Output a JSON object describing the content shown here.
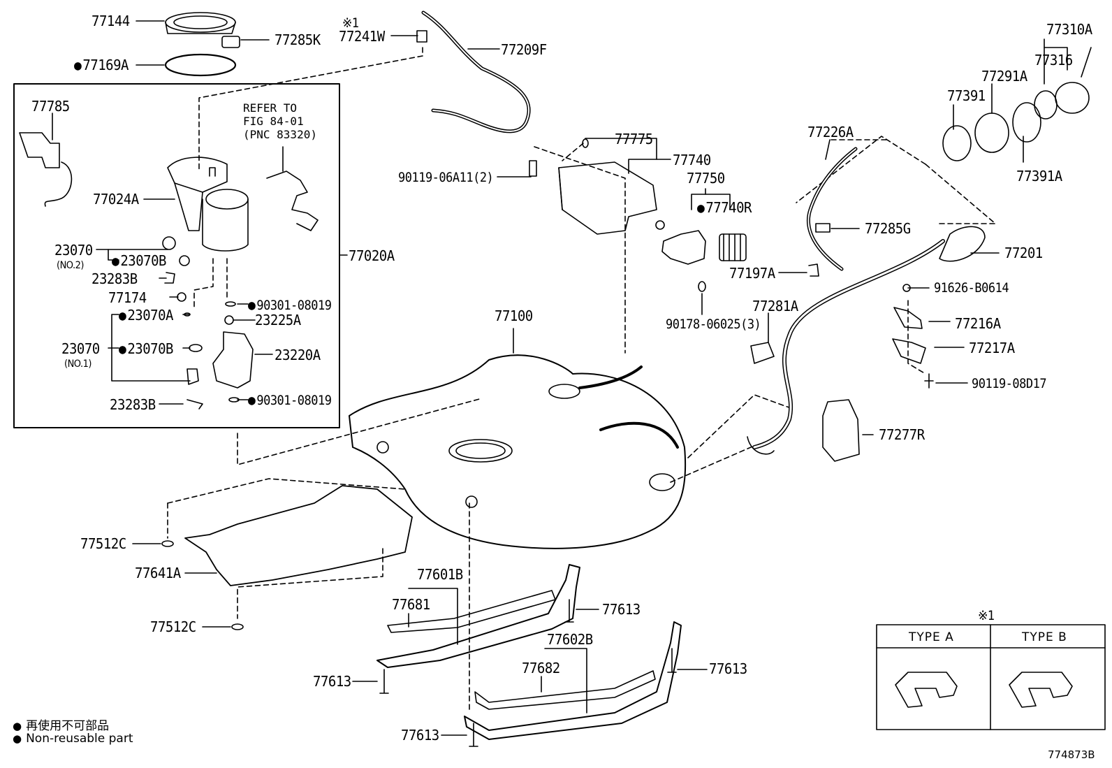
{
  "diagram_id": "774873B",
  "callout_mark": "※1",
  "legend": {
    "symbol": "●",
    "line_ja": "再使用不可部品",
    "line_en": "Non-reusable part"
  },
  "refer_note": [
    "REFER TO",
    "FIG 84-01",
    "(PNC 83320)"
  ],
  "type_table": {
    "type_a": "TYPE A",
    "type_b": "TYPE B",
    "mark": "※1"
  },
  "labels": {
    "p77144": "77144",
    "p77285K": "77285K",
    "p77169A": "77169A",
    "p77241W": "77241W",
    "p77209F": "77209F",
    "p77785": "77785",
    "p77024A": "77024A",
    "p23070a": "23070",
    "no2": "(NO.2)",
    "p23070B_1": "23070B",
    "p23283B_1": "23283B",
    "p77174": "77174",
    "p23070A": "23070A",
    "p23070b": "23070",
    "no1": "(NO.1)",
    "p23070B_2": "23070B",
    "p23283B_2": "23283B",
    "p90301_1": "90301-08019",
    "p23225A": "23225A",
    "p23220A": "23220A",
    "p90301_2": "90301-08019",
    "p77020A": "77020A",
    "p77775": "77775",
    "p77740": "77740",
    "p90119_06A11": "90119-06A11(2)",
    "p77750": "77750",
    "p77740R": "77740R",
    "p77197A": "77197A",
    "p90178": "90178-06025(3)",
    "p77281A": "77281A",
    "p77100": "77100",
    "p77226A": "77226A",
    "p77285G": "77285G",
    "p77201": "77201",
    "p91626": "91626-B0614",
    "p77216A": "77216A",
    "p77217A": "77217A",
    "p90119_08D17": "90119-08D17",
    "p77277R": "77277R",
    "p77310A": "77310A",
    "p77316": "77316",
    "p77291A": "77291A",
    "p77391": "77391",
    "p77391A": "77391A",
    "p77512C_1": "77512C",
    "p77641A": "77641A",
    "p77512C_2": "77512C",
    "p77601B": "77601B",
    "p77681": "77681",
    "p77613_1": "77613",
    "p77602B": "77602B",
    "p77682": "77682",
    "p77613_2": "77613",
    "p77613_3": "77613",
    "p77613_4": "77613"
  }
}
